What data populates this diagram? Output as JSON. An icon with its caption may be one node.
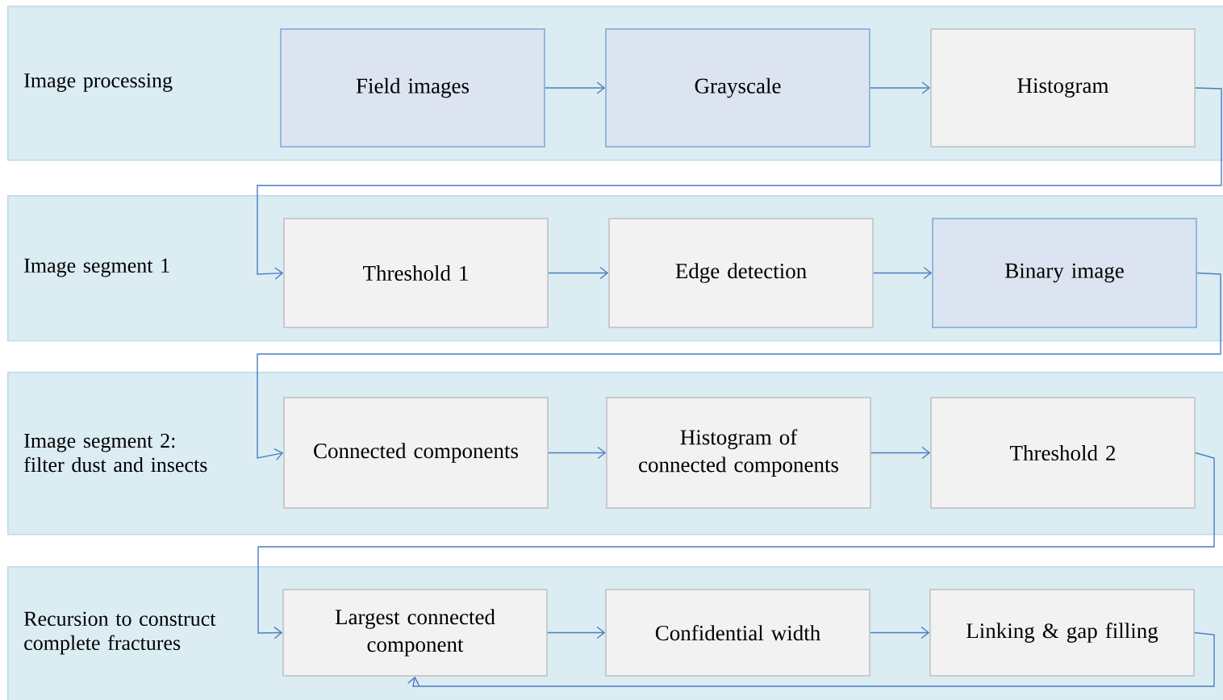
{
  "diagram": {
    "nodes": [
      {
        "text": [
          "Image processing"
        ]
      },
      {
        "text": [
          "Field images"
        ],
        "in": 0
      },
      {
        "text": [
          "Grayscale"
        ],
        "in": 0
      },
      {
        "text": [
          "Histogram"
        ],
        "in": 0
      },
      {
        "text": [
          "Image segment 1"
        ]
      },
      {
        "text": [
          "Threshold 1"
        ],
        "in": 4
      },
      {
        "text": [
          "Edge detection"
        ],
        "in": 4
      },
      {
        "text": [
          "Binary image"
        ],
        "in": 4
      },
      {
        "text": [
          "Image segment 2: filter dust and insects"
        ]
      },
      {
        "text": [
          "Connected components"
        ],
        "in": 8
      },
      {
        "text": [
          "Histogram of connected components"
        ],
        "in": 8
      },
      {
        "text": [
          "Threshold 2"
        ],
        "in": 8
      },
      {
        "text": [
          "Recursion to construct complete fractures"
        ]
      },
      {
        "text": [
          "Largest connected component"
        ],
        "in": 12
      },
      {
        "text": [
          "Confidential width"
        ],
        "in": 12
      },
      {
        "text": [
          "Linking & gap filling"
        ],
        "in": 12
      }
    ],
    "edges": [
      {
        "from": 1,
        "to": 2,
        "arrow": "to"
      },
      {
        "from": 2,
        "to": 3,
        "arrow": "to"
      },
      {
        "from": 3,
        "to": 5,
        "arrow": "to"
      },
      {
        "from": 5,
        "to": 6,
        "arrow": "to"
      },
      {
        "from": 6,
        "to": 7,
        "arrow": "to"
      },
      {
        "from": 7,
        "to": 9,
        "arrow": "to"
      },
      {
        "from": 9,
        "to": 10,
        "arrow": "to"
      },
      {
        "from": 10,
        "to": 11,
        "arrow": "to"
      },
      {
        "from": 11,
        "to": 13,
        "arrow": "to"
      },
      {
        "from": 13,
        "to": 14,
        "arrow": "to"
      },
      {
        "from": 14,
        "to": 15,
        "arrow": "to"
      },
      {
        "from": 15,
        "to": 13,
        "arrow": "to"
      }
    ]
  }
}
